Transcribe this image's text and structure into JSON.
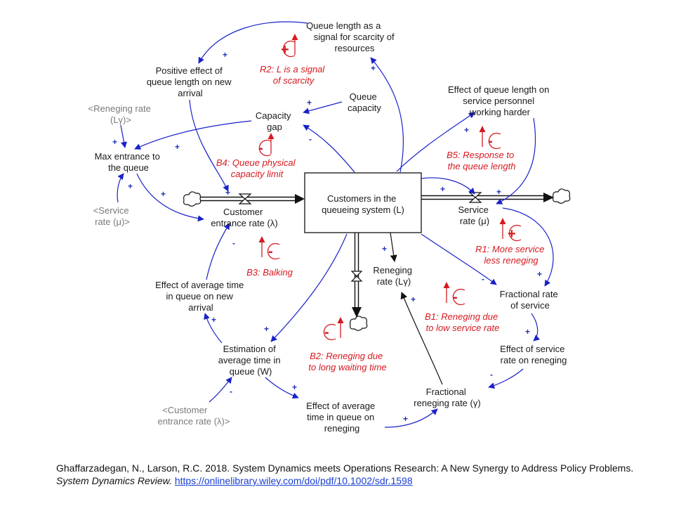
{
  "nodes": {
    "stock": [
      "Customers in the",
      "queueing system (L)"
    ],
    "queue_signal": [
      "Queue length as a",
      "signal for scarcity of",
      "resources"
    ],
    "positive_effect": [
      "Positive effect of",
      "queue length on new",
      "arrival"
    ],
    "queue_capacity": [
      "Queue",
      "capacity"
    ],
    "capacity_gap": [
      "Capacity",
      "gap"
    ],
    "max_entrance": [
      "Max entrance to",
      "the queue"
    ],
    "reneging_shadow": [
      "<Reneging rate",
      "(Lγ)>"
    ],
    "service_shadow": [
      "<Service",
      "rate (μ)>"
    ],
    "customer_entrance": [
      "Customer",
      "entrance rate (λ)"
    ],
    "effect_personnel": [
      "Effect of queue length on",
      "service personnel",
      "working harder"
    ],
    "service_rate": [
      "Service",
      "rate (μ)"
    ],
    "reneging_rate": [
      "Reneging",
      "rate (Lγ)"
    ],
    "fractional_service": [
      "Fractional rate",
      "of service"
    ],
    "effect_service_reneging": [
      "Effect of service",
      "rate on reneging"
    ],
    "fractional_reneging": [
      "Fractional",
      "reneging rate (γ)"
    ],
    "effect_avg_time_arrival": [
      "Effect of average time",
      "in queue on new",
      "arrival"
    ],
    "estimation_avg_time": [
      "Estimation of",
      "average time in",
      "queue (W)"
    ],
    "effect_avg_time_reneging": [
      "Effect of average",
      "time in queue on",
      "reneging"
    ],
    "customer_shadow": [
      "<Customer",
      "entrance rate (λ)>"
    ]
  },
  "loops": {
    "r2": {
      "sign": "+",
      "label": [
        "R2: L is a signal",
        "of scarcity"
      ]
    },
    "b4": {
      "sign": "-",
      "label": [
        "B4: Queue physical",
        "capacity limit"
      ]
    },
    "b5": {
      "sign": "-",
      "label": [
        "B5: Response to",
        "the queue length"
      ]
    },
    "r1": {
      "sign": "+",
      "label": [
        "R1: More service",
        "less reneging"
      ]
    },
    "b3": {
      "sign": "-",
      "label": [
        "B3: Balking"
      ]
    },
    "b1": {
      "sign": "-",
      "label": [
        "B1: Reneging due",
        "to low service rate"
      ]
    },
    "b2": {
      "sign": "-",
      "label": [
        "B2: Reneging due",
        "to long waiting time"
      ]
    }
  },
  "polarities": {
    "signal_to_positive": "+",
    "stock_to_signal": "+",
    "positive_to_entrance": "+",
    "capacity_to_gap": "+",
    "stock_to_gap": "-",
    "gap_to_max": "+",
    "reneging_to_max": "+",
    "service_to_max": "+",
    "max_to_entrance": "+",
    "stock_to_personnel": "+",
    "personnel_to_service": "+",
    "stock_to_service": "+",
    "stock_to_reneging": "+",
    "stock_to_fractional_service": "-",
    "service_to_fractional_service": "+",
    "fractional_service_to_effect": "+",
    "effect_to_fractional_reneging": "-",
    "fractional_reneging_to_reneging": "+",
    "effect_arrival_to_entrance": "-",
    "estimation_to_effect_arrival": "+",
    "stock_to_estimation": "+",
    "customer_shadow_to_estimation": "-",
    "estimation_to_effect_reneging": "+",
    "effect_reneging_to_fractional": "+"
  },
  "colors": {
    "link": "#1a22c8",
    "loop": "#d71920",
    "shadow_text": "#7a7a7a",
    "text": "#1a1a1a"
  },
  "citation": {
    "authors": "Ghaffarzadegan,  N., Larson, R.C. 2018. System Dynamics meets Operations Research: A New Synergy to Address Policy Problems. ",
    "journal": "System Dynamics Review.",
    "link_text": "https://onlinelibrary.wiley.com/doi/pdf/10.1002/sdr.1598"
  }
}
